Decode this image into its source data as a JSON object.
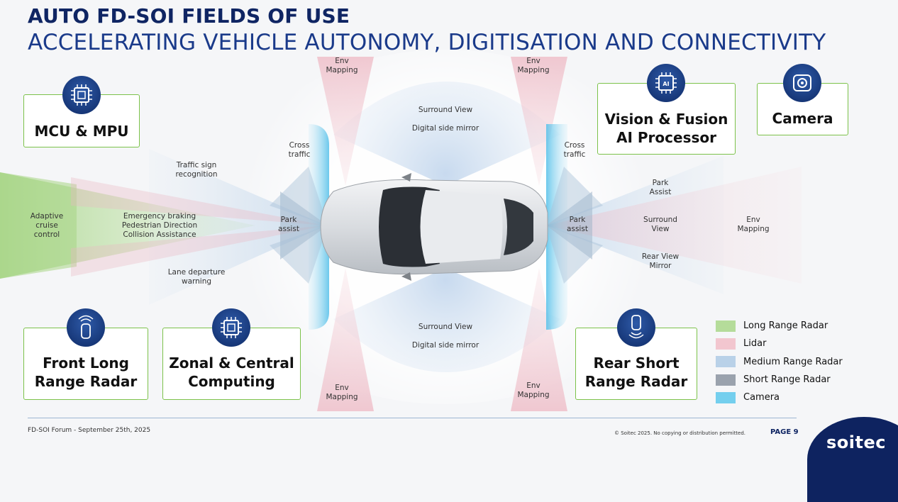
{
  "title": "AUTO FD-SOI FIELDS OF USE",
  "subtitle": "ACCELERATING VEHICLE AUTONOMY, DIGITISATION AND CONNECTIVITY",
  "labels": {
    "env_top_left": "Env\nMapping",
    "env_top_right": "Env\nMapping",
    "env_bottom_left": "Env\nMapping",
    "env_bottom_right": "Env\nMapping",
    "env_right": "Env\nMapping",
    "surround_top": "Surround View",
    "digital_top": "Digital side mirror",
    "surround_bottom": "Surround View",
    "digital_bottom": "Digital side mirror",
    "cross_left": "Cross\ntraffic",
    "cross_right": "Cross\ntraffic",
    "traffic_sign": "Traffic sign\nrecognition",
    "adaptive": "Adaptive\ncruise\ncontrol",
    "emergency": "Emergency braking\nPedestrian Direction\nCollision Assistance",
    "lane": "Lane departure\nwarning",
    "park_left": "Park\nassist",
    "park_right": "Park\nassist",
    "park_assist_rear": "Park\nAssist",
    "surround_rear": "Surround\nView",
    "rear_view": "Rear View\nMirror"
  },
  "boxes": {
    "mcu": "MCU & MPU",
    "vision": "Vision & Fusion\nAI Processor",
    "camera": "Camera",
    "front_radar": "Front Long\nRange Radar",
    "zonal": "Zonal & Central\nComputing",
    "rear_radar": "Rear Short\nRange Radar"
  },
  "icons": {
    "mcu": "chip-icon",
    "vision": "ai-chip-icon",
    "camera": "camera-icon",
    "front_radar": "car-radar-front-icon",
    "zonal": "chip-icon",
    "rear_radar": "car-radar-rear-icon"
  },
  "legend": [
    {
      "label": "Long Range Radar",
      "color": "#b5dc9a"
    },
    {
      "label": "Lidar",
      "color": "#f2c6cf"
    },
    {
      "label": "Medium Range Radar",
      "color": "#b9d1e8"
    },
    {
      "label": "Short Range Radar",
      "color": "#9aa2ad"
    },
    {
      "label": "Camera",
      "color": "#74cfee"
    }
  ],
  "footer": {
    "left": "FD-SOI Forum -   September  25th, 2025",
    "copyright": "© Soitec 2025. No copying or distribution permitted.",
    "page": "PAGE 9",
    "logo": "soitec"
  }
}
